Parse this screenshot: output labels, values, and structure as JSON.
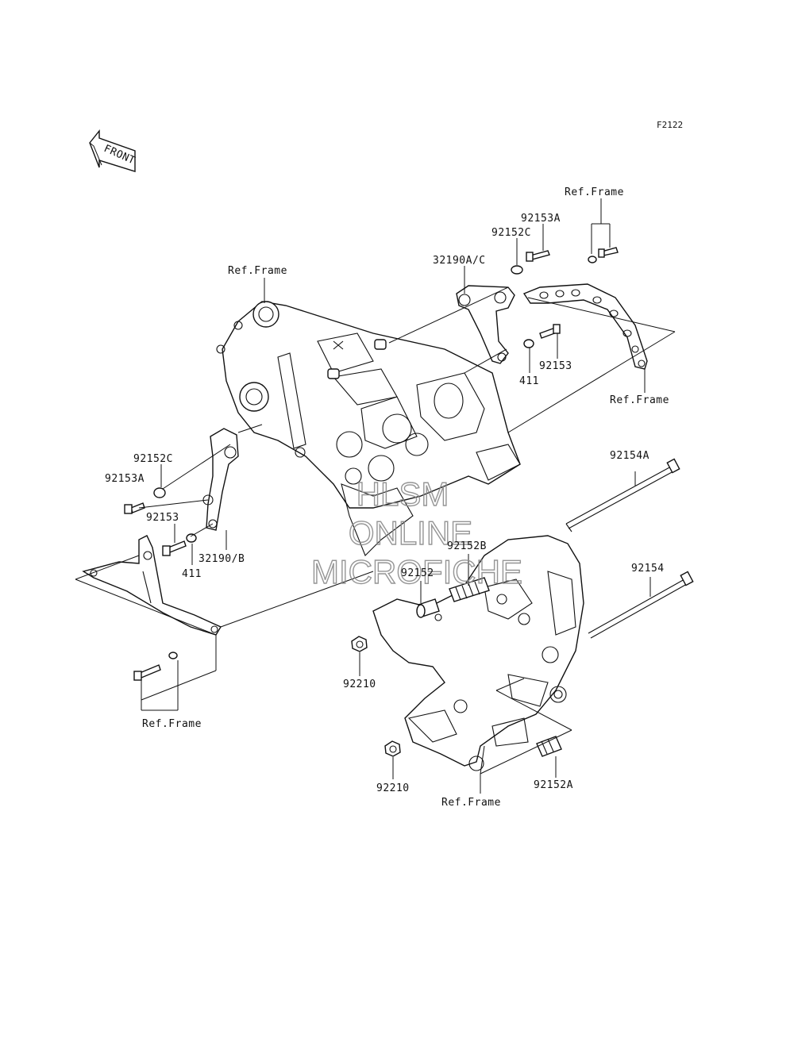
{
  "diagram_code": "F2122",
  "front_arrow_label": "FRONT",
  "watermark": {
    "line1": "HLSM",
    "line2": "ONLINE",
    "line3": "MICROFICHE"
  },
  "callouts": {
    "ref_frame_top_right": "Ref.Frame",
    "p92153A_top": "92153A",
    "p92152C_top": "92152C",
    "p32190AC": "32190A/C",
    "ref_frame_left_top": "Ref.Frame",
    "p92153_top": "92153",
    "p411_top": "411",
    "ref_frame_right_mid": "Ref.Frame",
    "p92152C_left": "92152C",
    "p92153A_left": "92153A",
    "p92153_left": "92153",
    "p411_left": "411",
    "p32190B": "32190/B",
    "p92154A": "92154A",
    "p92152B": "92152B",
    "p92152": "92152",
    "p92154": "92154",
    "p92210_upper": "92210",
    "ref_frame_bottom_left": "Ref.Frame",
    "p92210_lower": "92210",
    "ref_frame_bottom": "Ref.Frame",
    "p92152A": "92152A"
  }
}
